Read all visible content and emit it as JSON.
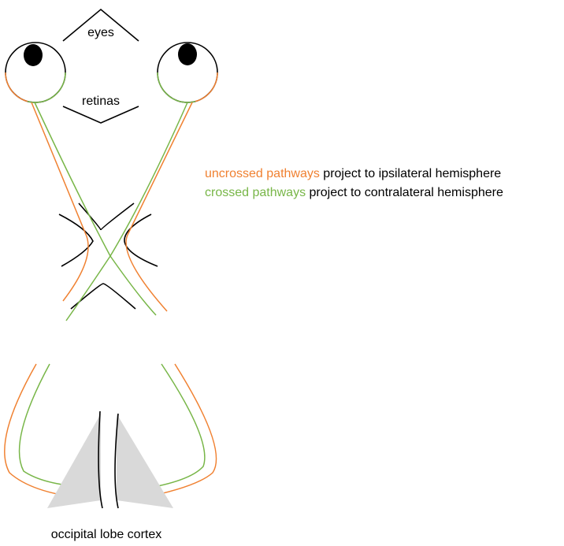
{
  "labels": {
    "eyes": "eyes",
    "retinas": "retinas",
    "cortex": "occipital lobe cortex"
  },
  "legend": {
    "uncrossed_term": "uncrossed pathways",
    "uncrossed_rest": " project to ipsilateral hemisphere",
    "crossed_term": "crossed pathways",
    "crossed_rest": " project to contralateral hemisphere"
  },
  "colors": {
    "uncrossed": "#f08131",
    "crossed": "#78b648",
    "cortex_fill": "#d9d9d9",
    "outline": "#000000",
    "pupil": "#000000"
  }
}
